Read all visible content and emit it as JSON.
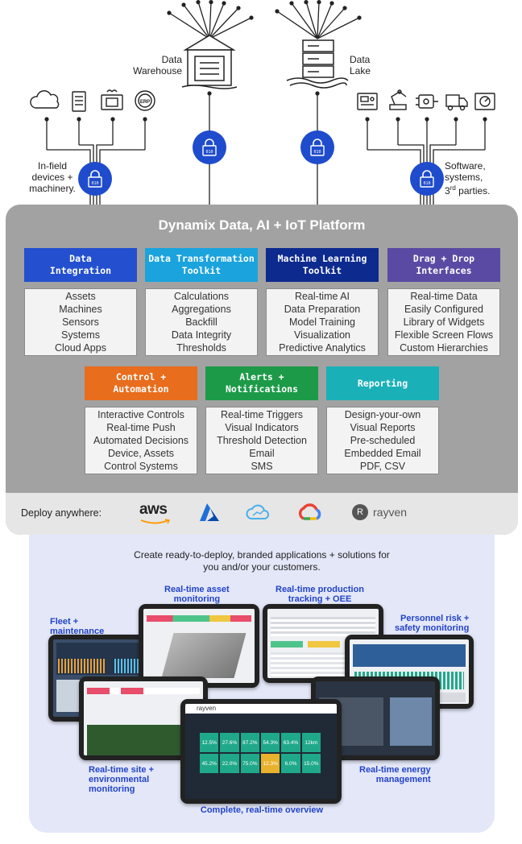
{
  "sources": {
    "warehouse_label": "Data\nWarehouse",
    "lake_label": "Data\nLake",
    "left_label": "In-field\ndevices +\nmachinery.",
    "right_label_line1": "Software,",
    "right_label_line2": "systems,",
    "right_label_line3_num": "3",
    "right_label_line3_sup": "rd",
    "right_label_line3_rest": " parties.",
    "erp_text": "ERP"
  },
  "platform": {
    "title": "Dynamix Data, AI + IoT Platform",
    "modules": [
      {
        "title": "Data\nIntegration",
        "color": "#2450cf",
        "items": [
          "Assets",
          "Machines",
          "Sensors",
          "Systems",
          "Cloud Apps"
        ]
      },
      {
        "title": "Data Transformation\nToolkit",
        "color": "#1aa3dc",
        "items": [
          "Calculations",
          "Aggregations",
          "Backfill",
          "Data Integrity",
          "Thresholds"
        ]
      },
      {
        "title": "Machine Learning\nToolkit",
        "color": "#0d2a8f",
        "items": [
          "Real-time AI",
          "Data Preparation",
          "Model Training",
          "Visualization",
          "Predictive Analytics"
        ]
      },
      {
        "title": "Drag + Drop\nInterfaces",
        "color": "#5a4aa3",
        "items": [
          "Real-time Data",
          "Easily Configured",
          "Library of Widgets",
          "Flexible Screen Flows",
          "Custom Hierarchies"
        ]
      },
      {
        "title": "Control +\nAutomation",
        "color": "#e86d1d",
        "items": [
          "Interactive Controls",
          "Real-time Push",
          "Automated Decisions",
          "Device, Assets",
          "Control Systems"
        ]
      },
      {
        "title": "Alerts +\nNotifications",
        "color": "#1c9a48",
        "items": [
          "Real-time Triggers",
          "Visual Indicators",
          "Threshold Detection",
          "Email",
          "SMS"
        ]
      },
      {
        "title": "Reporting",
        "color": "#1ab0b8",
        "items": [
          "Design-your-own",
          "Visual Reports",
          "Pre-scheduled",
          "Embedded Email",
          "PDF, CSV"
        ]
      }
    ],
    "deploy_label": "Deploy anywhere:",
    "aws_text": "aws",
    "rayven_text": "rayven",
    "rayven_mark": "R"
  },
  "apps": {
    "intro": "Create ready-to-deploy, branded applications + solutions for\nyou and/or your customers.",
    "labels": {
      "fleet": "Fleet +\nmaintenance",
      "asset": "Real-time asset\nmonitoring",
      "production": "Real-time production\ntracking + OEE",
      "personnel": "Personnel risk +\nsafety monitoring",
      "site": "Real-time site +\nenvironmental\nmonitoring",
      "energy": "Real-time energy\nmanagement",
      "overview": "Complete, real-time overview"
    },
    "center_brand": "rayven",
    "tiles": [
      "12.5%",
      "27.6%",
      "87.2%",
      "54.3%",
      "63.4%",
      "12km",
      "45.2%",
      "22.0%",
      "75.0%",
      "12.3%",
      "6.0%",
      "15.0%"
    ]
  },
  "colors": {
    "wire": "#222222",
    "lock_blue": "#1f4ccc",
    "platform_gray": "#a2a2a2",
    "apps_bg": "#e3e7f8",
    "label_blue": "#2343c8"
  }
}
